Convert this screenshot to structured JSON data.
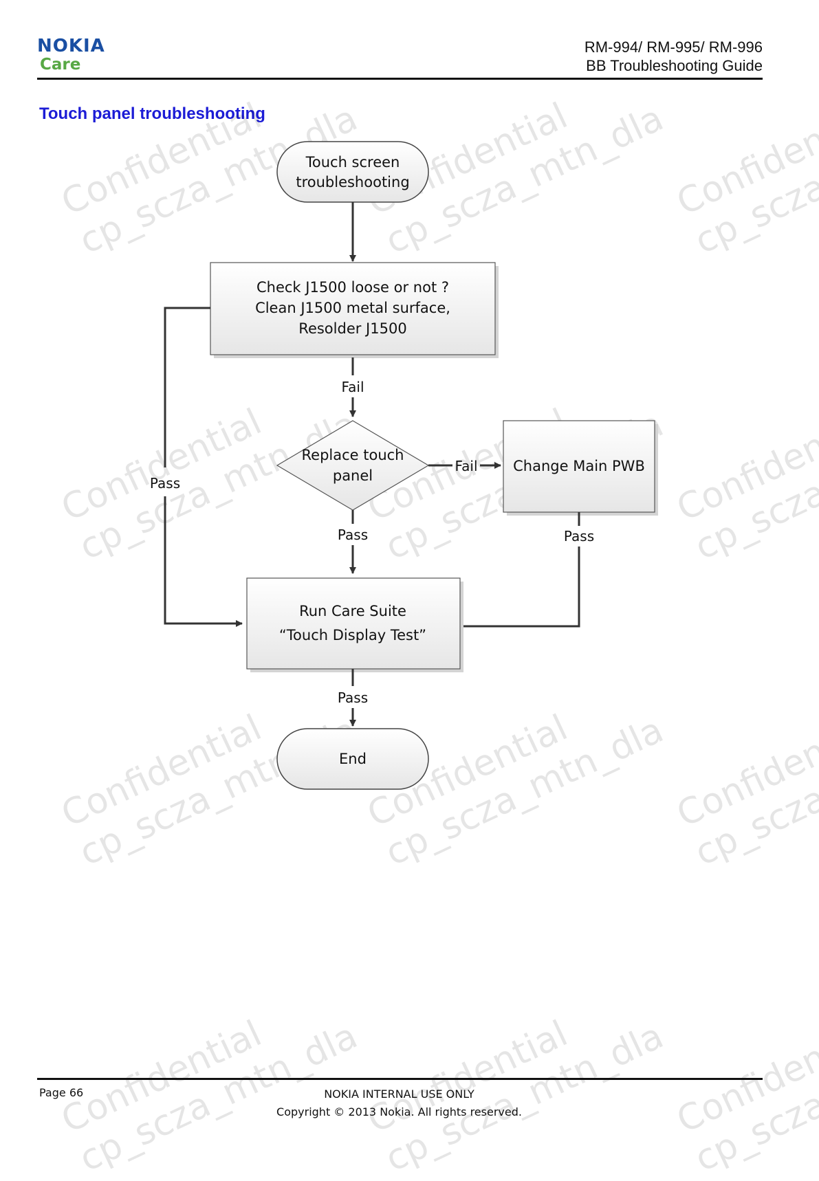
{
  "header": {
    "logo_brand": "NOKIA",
    "logo_sub": "Care",
    "doc_models": "RM-994/ RM-995/ RM-996",
    "doc_title": "BB Troubleshooting Guide"
  },
  "section_title": "Touch panel troubleshooting",
  "flowchart": {
    "start_line1": "Touch screen",
    "start_line2": "troubleshooting",
    "check_line1": "Check J1500 loose or not ?",
    "check_line2": "Clean J1500 metal surface,",
    "check_line3": "Resolder  J1500",
    "decision_line1": "Replace touch",
    "decision_line2": "panel",
    "change_pwb": "Change Main PWB",
    "run_line1": "Run Care Suite",
    "run_line2": "“Touch Display Test”",
    "end": "End",
    "label_fail_1": "Fail",
    "label_fail_2": "Fail",
    "label_pass_left": "Pass",
    "label_pass_decision": "Pass",
    "label_pass_pwb": "Pass",
    "label_pass_run": "Pass"
  },
  "watermark": {
    "line1": "Confidential",
    "line2": "cp_scza_mtn_dla"
  },
  "footer": {
    "page": "Page 66",
    "notice": "NOKIA INTERNAL USE ONLY",
    "copyright": "Copyright © 2013 Nokia. All rights reserved."
  },
  "colors": {
    "brand_blue": "#1a4fa3",
    "care_green": "#58a845",
    "title_blue": "#1c1cd6"
  }
}
